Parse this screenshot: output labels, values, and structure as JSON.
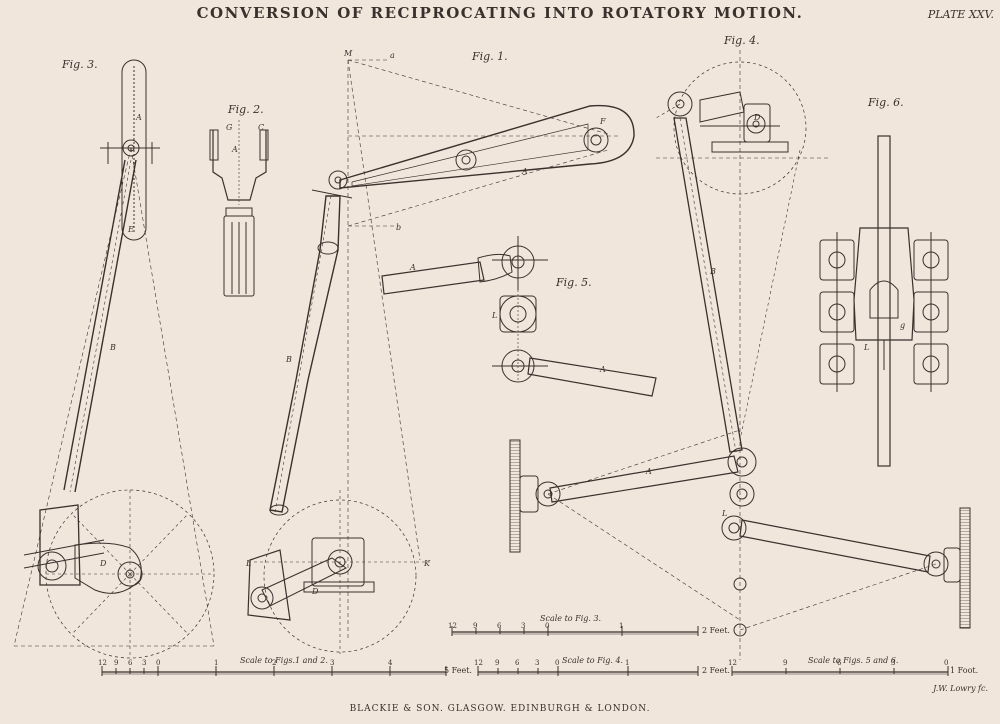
{
  "title": "CONVERSION OF RECIPROCATING INTO ROTATORY MOTION.",
  "plate_number": "PLATE XXV.",
  "footer": "BLACKIE & SON. GLASGOW. EDINBURGH & LONDON.",
  "engraver": "J.W. Lowry fc.",
  "figures": {
    "fig1": "Fig. 1.",
    "fig2": "Fig. 2.",
    "fig3": "Fig. 3.",
    "fig4": "Fig. 4.",
    "fig5": "Fig. 5.",
    "fig6": "Fig. 6."
  },
  "scales": {
    "figs_1_2": {
      "label": "Scale to Figs.1 and 2.",
      "unit": "5 Feet.",
      "ticks": [
        "12",
        "9",
        "6",
        "3",
        "0",
        "1",
        "2",
        "3",
        "4"
      ]
    },
    "fig_3": {
      "label": "Scale to Fig. 3.",
      "unit": "2 Feet.",
      "ticks": [
        "12",
        "9",
        "6",
        "3",
        "0",
        "1"
      ]
    },
    "fig_4": {
      "label": "Scale to Fig. 4.",
      "unit": "2 Feet.",
      "ticks": [
        "12",
        "9",
        "6",
        "3",
        "0",
        "1"
      ]
    },
    "figs_5_6": {
      "label": "Scale to Figs. 5 and 6.",
      "unit": "1 Foot.",
      "ticks": [
        "12",
        "9",
        "6",
        "3",
        "0"
      ]
    }
  },
  "part_labels": {
    "A": "A",
    "B": "B",
    "C": "C",
    "D": "D",
    "E": "E",
    "F": "F",
    "G": "G",
    "L": "L",
    "M": "M",
    "K": "K",
    "a": "a",
    "b": "b",
    "g": "g"
  },
  "colors": {
    "paper": "#f1e6dc",
    "ink": "#3a312c",
    "hatch": "#7a6e66"
  }
}
